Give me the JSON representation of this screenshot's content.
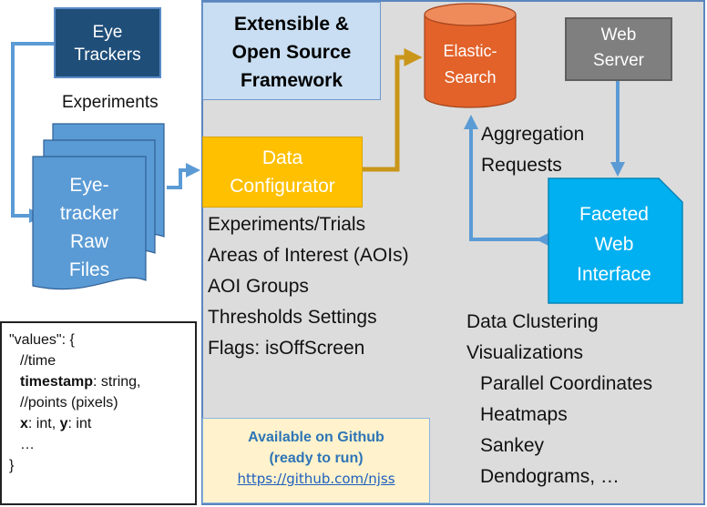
{
  "framework": {
    "line1": "Extensible &",
    "line2": "Open Source",
    "line3": "Framework"
  },
  "eye_trackers": {
    "line1": "Eye",
    "line2": "Trackers"
  },
  "experiments_label": "Experiments",
  "raw_files": {
    "line1": "Eye-",
    "line2": "tracker",
    "line3": "Raw",
    "line4": "Files"
  },
  "data_configurator": {
    "line1": "Data",
    "line2": "Configurator"
  },
  "elasticsearch": {
    "line1": "Elastic-",
    "line2": "Search"
  },
  "web_server": {
    "line1": "Web",
    "line2": "Server"
  },
  "aggregation": {
    "line1": "Aggregation",
    "line2": "Requests"
  },
  "faceted": {
    "line1": "Faceted",
    "line2": "Web",
    "line3": "Interface"
  },
  "config_items": [
    "Experiments/Trials",
    "Areas of Interest (AOIs)",
    "AOI Groups",
    "Thresholds Settings",
    "Flags: isOffScreen"
  ],
  "features": {
    "clustering": "Data Clustering",
    "visualizations": "Visualizations",
    "items": [
      "Parallel Coordinates",
      "Heatmaps",
      "Sankey",
      "Dendograms, …"
    ]
  },
  "code": {
    "l1": "\"values\": {",
    "l2": "//time",
    "l3_key": "timestamp",
    "l3_rest": ": string,",
    "l4": "//points (pixels)",
    "l5_x": "x",
    "l5_mid": ": int, ",
    "l5_y": "y",
    "l5_rest": ": int",
    "l6": "…",
    "l7": "}"
  },
  "github": {
    "line1": "Available on Github",
    "line2": "(ready to run)",
    "link": "https://github.com/njss"
  },
  "colors": {
    "panel": "#dcdcdc",
    "framework_box": "#c9def2",
    "eye_trackers": "#1f4e79",
    "raw_files": "#5b9bd5",
    "data_configurator": "#ffc000",
    "elasticsearch": "#e2622a",
    "web_server": "#7f7f7f",
    "faceted": "#00b0f0",
    "github_box": "#fff2cc",
    "arrow_blue": "#5b9bd5",
    "arrow_gold": "#c9961a"
  }
}
